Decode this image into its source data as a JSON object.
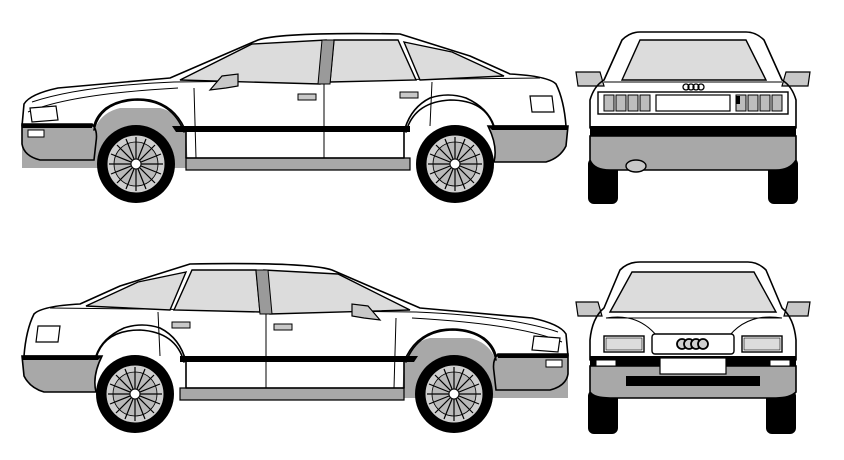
{
  "colors": {
    "background": "#ffffff",
    "outline": "#000000",
    "body": "#ffffff",
    "glass": "#dcdcdc",
    "bumper": "#a8a8a8",
    "tire": "#000000",
    "rim": "#c8c8c8",
    "trim": "#000000"
  },
  "views": [
    {
      "name": "left-side-view",
      "facing": "left"
    },
    {
      "name": "rear-view",
      "facing": "rear"
    },
    {
      "name": "right-side-view",
      "facing": "right"
    },
    {
      "name": "front-view",
      "facing": "front"
    }
  ],
  "badge": {
    "rings": 4
  }
}
